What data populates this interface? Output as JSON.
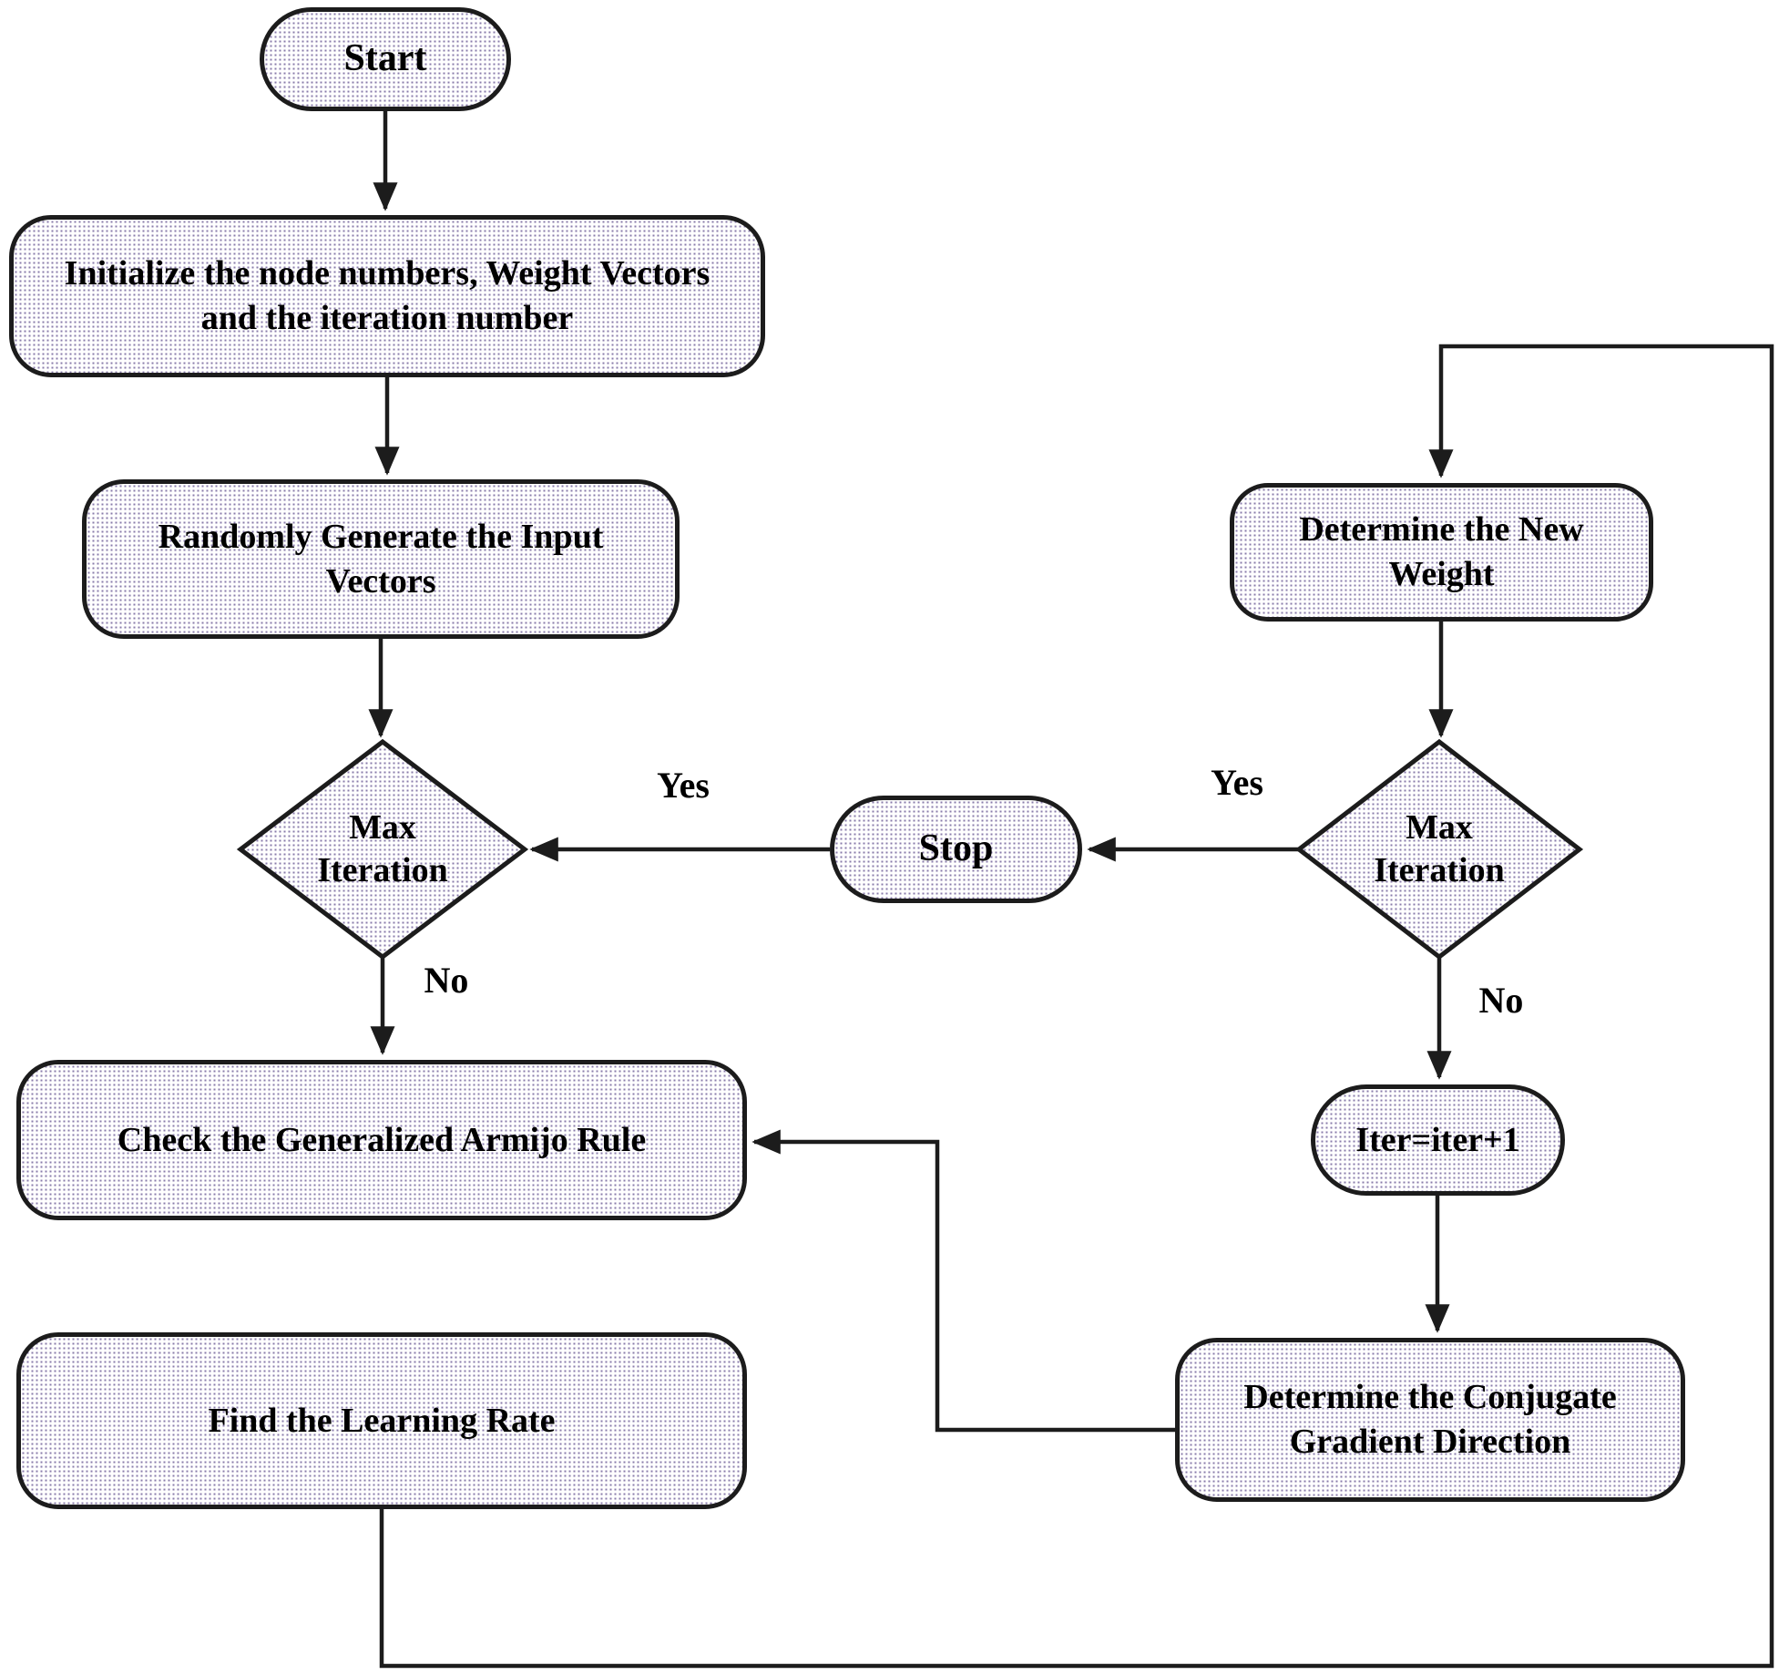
{
  "nodes": {
    "start": "Start",
    "initialize": "Initialize the node numbers, Weight Vectors\nand the iteration number",
    "random_input": "Randomly Generate the Input\nVectors",
    "max_iteration_left": "Max\nIteration",
    "stop": "Stop",
    "max_iteration_right": "Max\nIteration",
    "new_weight": "Determine the New\nWeight",
    "iter_increment": "Iter=iter+1",
    "conjugate_gradient": "Determine the Conjugate\nGradient Direction",
    "armijo_rule": "Check the Generalized Armijo Rule",
    "learning_rate": "Find the Learning Rate"
  },
  "edge_labels": {
    "left_yes": "Yes",
    "left_no": "No",
    "right_yes": "Yes",
    "right_no": "No"
  },
  "colors": {
    "paper": "#ffffff",
    "node_dot": "#8a7cab",
    "node_border": "#1c1c1c",
    "line": "#1c1c1c",
    "text": "#000000"
  }
}
